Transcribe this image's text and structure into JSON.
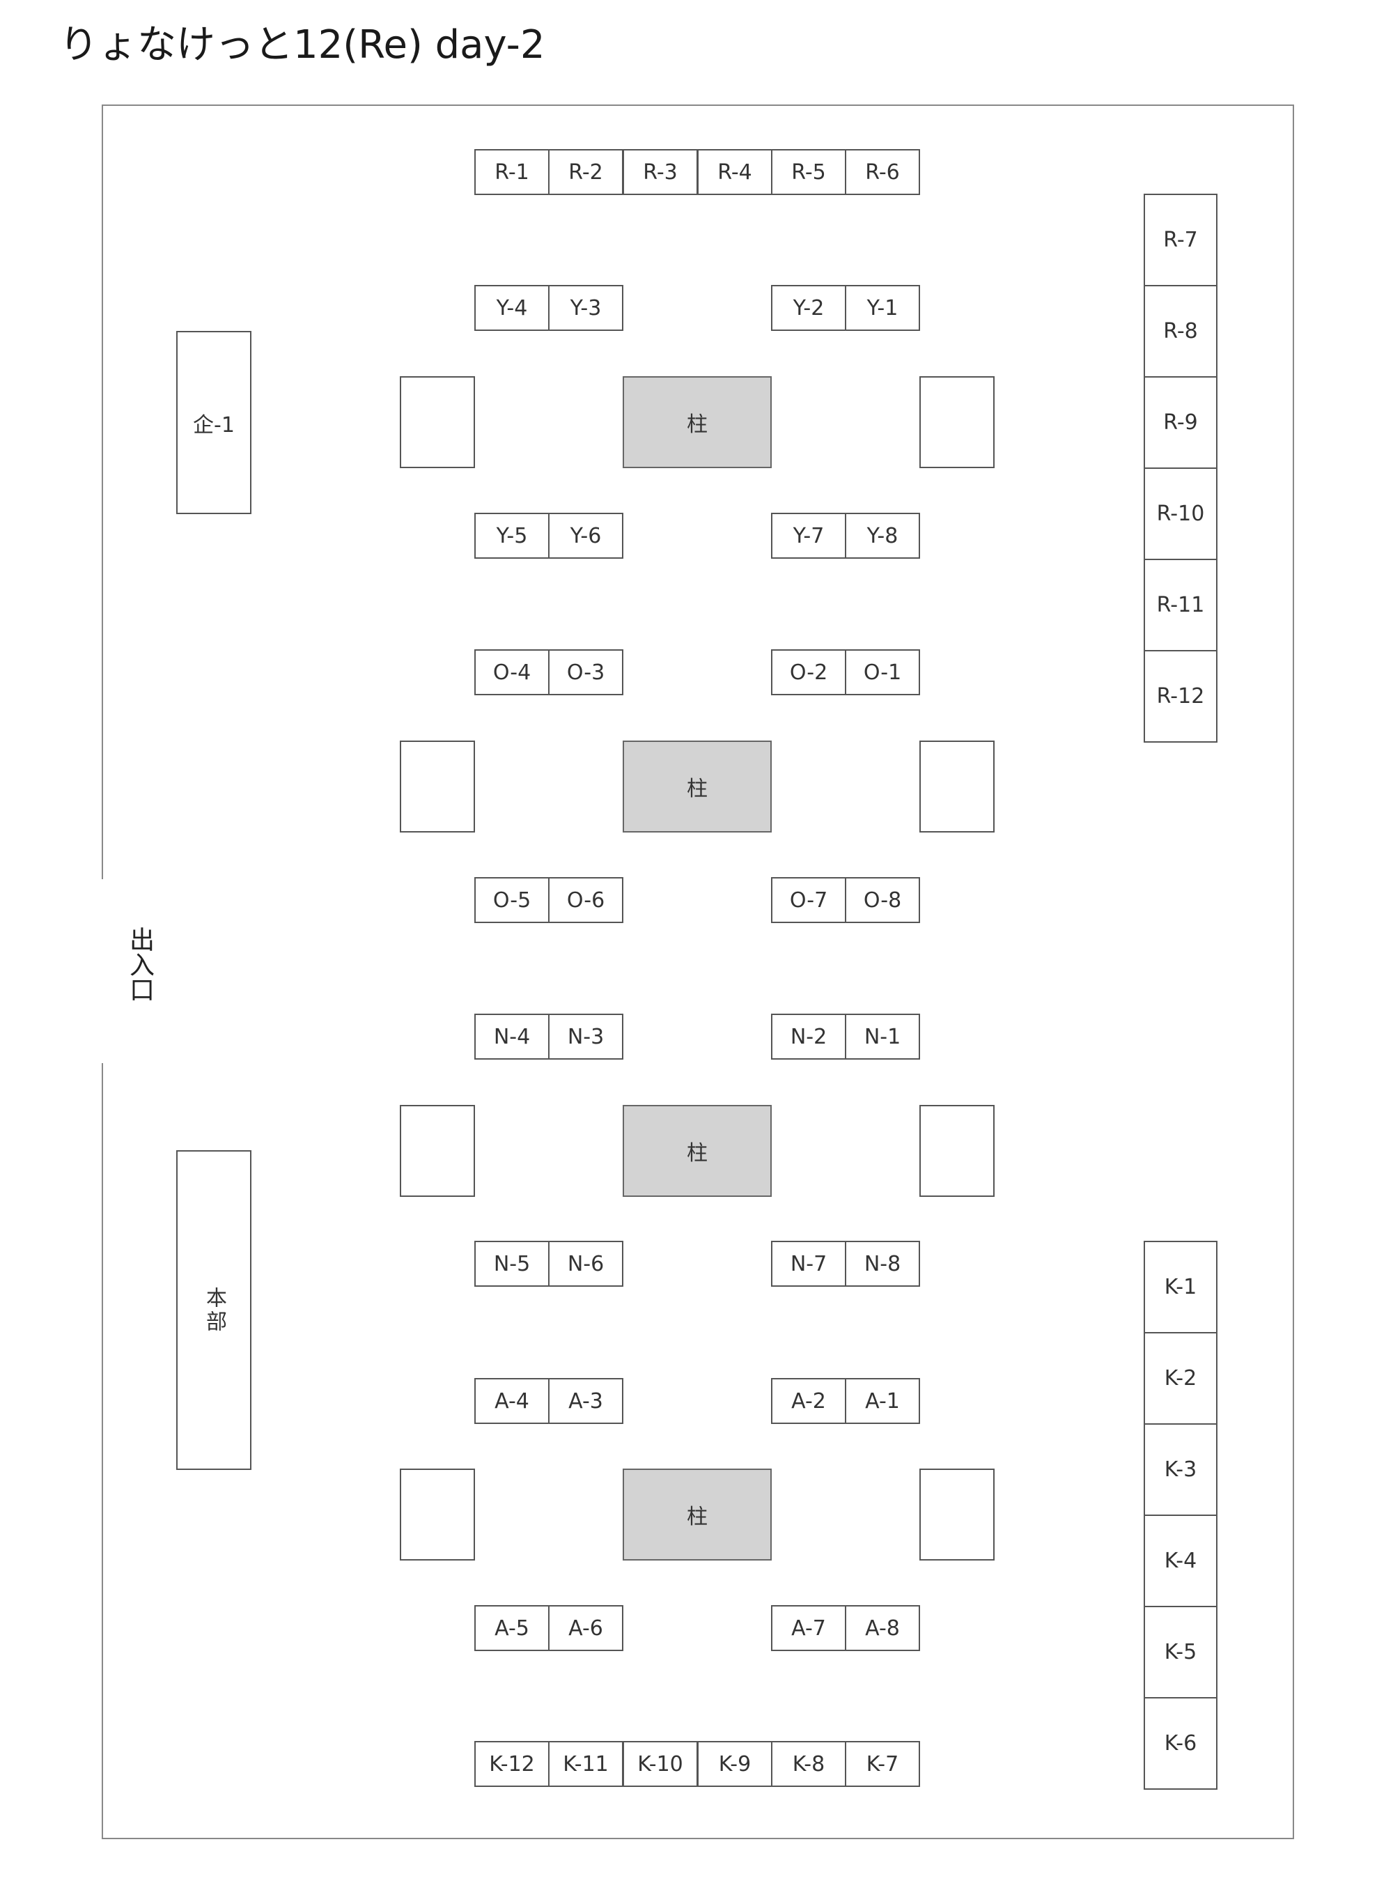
{
  "title": "りょなけっと12(Re) day-2",
  "entrance_label": "出入口",
  "pillar_label": "柱",
  "special": {
    "kikaku": "企-1",
    "honbu": "本部"
  },
  "rows": {
    "r_top": [
      "R-1",
      "R-2",
      "R-3",
      "R-4",
      "R-5",
      "R-6"
    ],
    "r_right": [
      "R-7",
      "R-8",
      "R-9",
      "R-10",
      "R-11",
      "R-12"
    ],
    "y_top_left": [
      "Y-4",
      "Y-3"
    ],
    "y_top_right": [
      "Y-2",
      "Y-1"
    ],
    "y_bottom_left": [
      "Y-5",
      "Y-6"
    ],
    "y_bottom_right": [
      "Y-7",
      "Y-8"
    ],
    "o_top_left": [
      "O-4",
      "O-3"
    ],
    "o_top_right": [
      "O-2",
      "O-1"
    ],
    "o_bottom_left": [
      "O-5",
      "O-6"
    ],
    "o_bottom_right": [
      "O-7",
      "O-8"
    ],
    "n_top_left": [
      "N-4",
      "N-3"
    ],
    "n_top_right": [
      "N-2",
      "N-1"
    ],
    "n_bottom_left": [
      "N-5",
      "N-6"
    ],
    "n_bottom_right": [
      "N-7",
      "N-8"
    ],
    "a_top_left": [
      "A-4",
      "A-3"
    ],
    "a_top_right": [
      "A-2",
      "A-1"
    ],
    "a_bottom_left": [
      "A-5",
      "A-6"
    ],
    "a_bottom_right": [
      "A-7",
      "A-8"
    ],
    "k_right": [
      "K-1",
      "K-2",
      "K-3",
      "K-4",
      "K-5",
      "K-6"
    ],
    "k_bottom": [
      "K-12",
      "K-11",
      "K-10",
      "K-9",
      "K-8",
      "K-7"
    ]
  },
  "colors": {
    "pillar": "#d3d3d3",
    "border": "#555555"
  }
}
